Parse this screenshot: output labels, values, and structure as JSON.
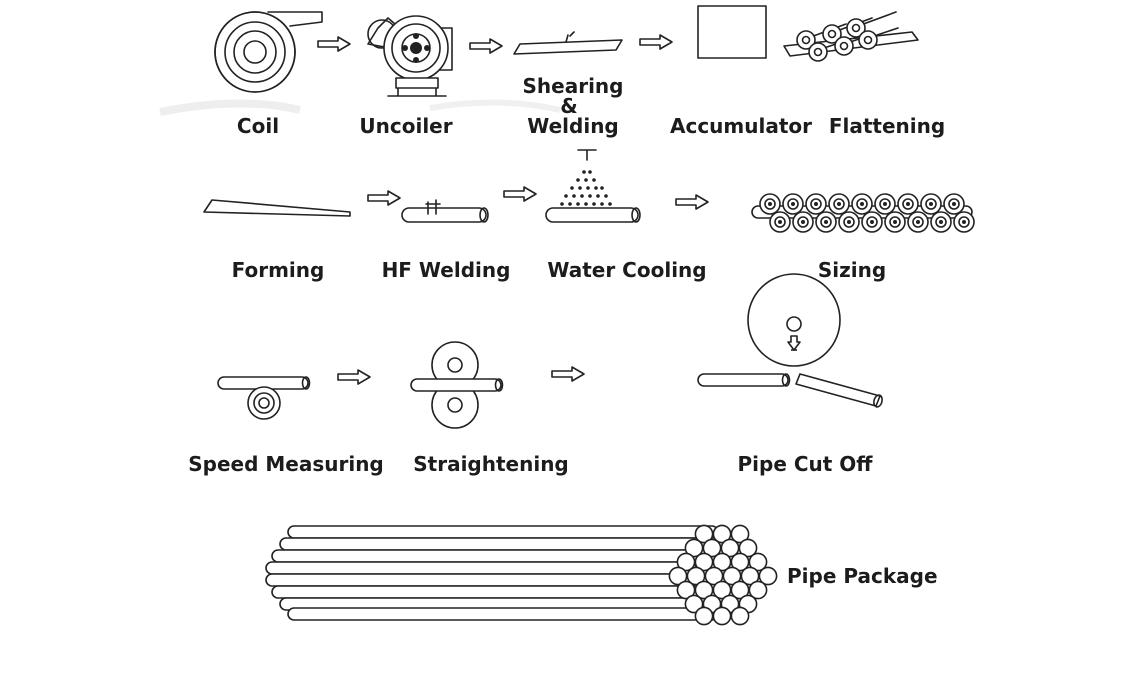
{
  "steps": {
    "coil": "Coil",
    "uncoiler": "Uncoiler",
    "shearing_welding": [
      "Shearing",
      "&",
      "Welding"
    ],
    "accumulator": "Accumulator",
    "flattening": "Flattening",
    "forming": "Forming",
    "hf_welding": "HF Welding",
    "water_cooling": "Water Cooling",
    "sizing": "Sizing",
    "speed_measuring": "Speed Measuring",
    "straightening": "Straightening",
    "pipe_cut_off": "Pipe Cut Off",
    "pipe_package": "Pipe Package"
  },
  "colors": {
    "line": "#222222",
    "background": "#ffffff",
    "text": "#1c1c1c"
  }
}
